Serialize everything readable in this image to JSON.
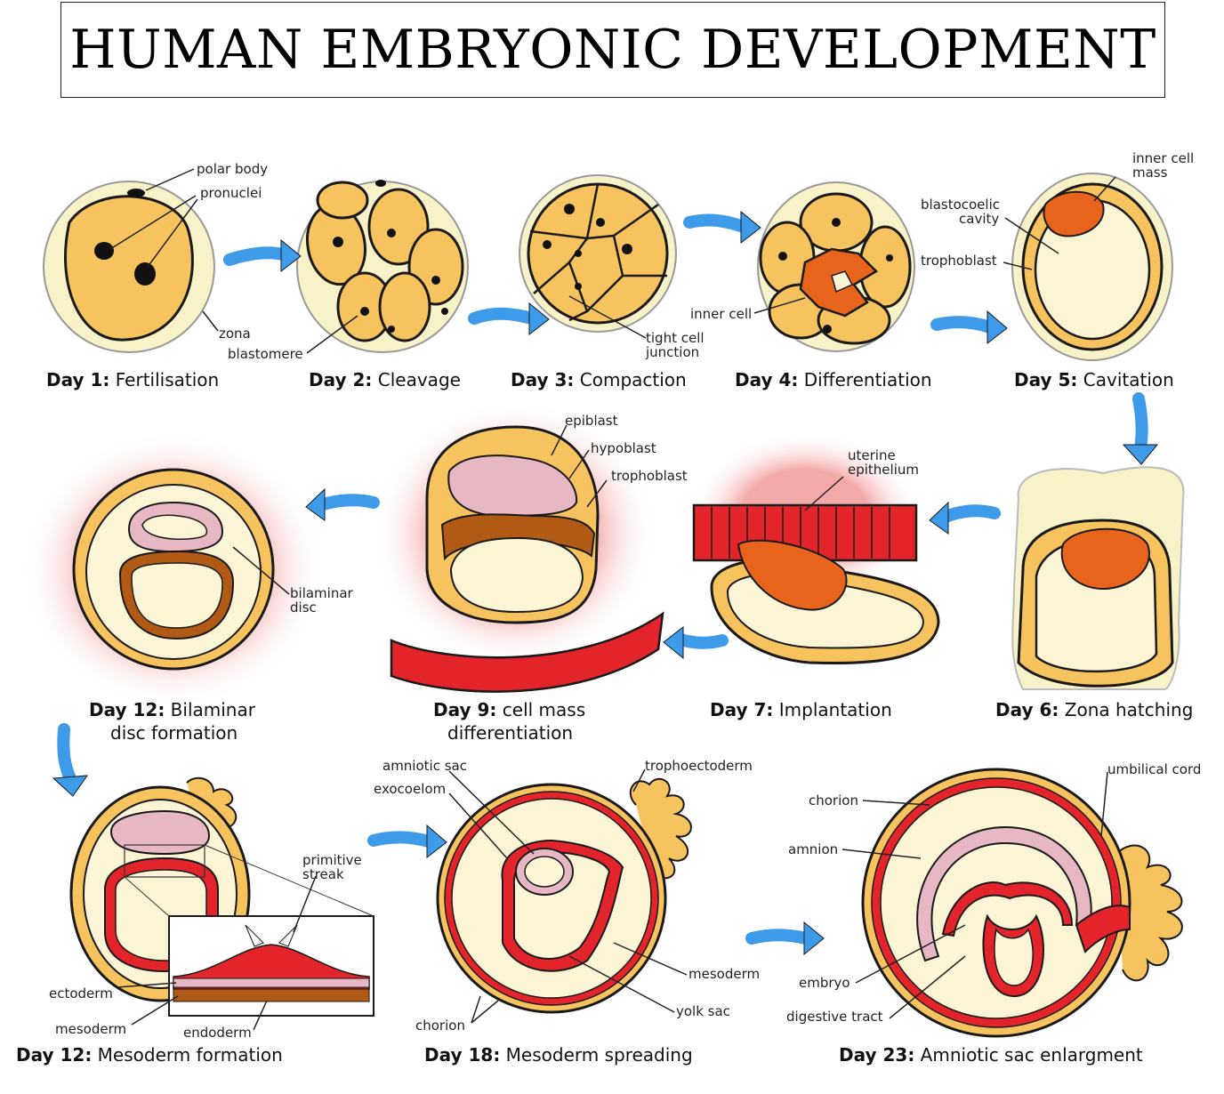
{
  "title": "HUMAN EMBRYONIC DEVELOPMENT",
  "stages": [
    {
      "day": "Day 1:",
      "name": "Fertilisation"
    },
    {
      "day": "Day 2:",
      "name": "Cleavage"
    },
    {
      "day": "Day 3:",
      "name": "Compaction"
    },
    {
      "day": "Day 4:",
      "name": "Differentiation"
    },
    {
      "day": "Day 5:",
      "name": "Cavitation"
    },
    {
      "day": "Day 6:",
      "name": "Zona hatching"
    },
    {
      "day": "Day 7:",
      "name": "Implantation"
    },
    {
      "day": "Day 9:",
      "name": "cell mass",
      "name2": "differentiation"
    },
    {
      "day": "Day 12:",
      "name": "Bilaminar",
      "name2": "disc formation"
    },
    {
      "day": "Day 12:",
      "name": "Mesoderm formation"
    },
    {
      "day": "Day 18:",
      "name": "Mesoderm spreading"
    },
    {
      "day": "Day 23:",
      "name": "Amniotic sac enlargment"
    }
  ],
  "labels": {
    "polar_body": "polar body",
    "pronuclei": "pronuclei",
    "zona": "zona",
    "blastomere": "blastomere",
    "tight_cell_1": "tight cell",
    "tight_cell_2": "junction",
    "inner_cell": "inner cell",
    "inner_cell_mass_1": "inner cell",
    "inner_cell_mass_2": "mass",
    "blastocoelic_1": "blastocoelic",
    "blastocoelic_2": "cavity",
    "trophoblast": "trophoblast",
    "uterine_1": "uterine",
    "uterine_2": "epithelium",
    "epiblast": "epiblast",
    "hypoblast": "hypoblast",
    "trophoblast2": "trophoblast",
    "bilaminar_1": "bilaminar",
    "bilaminar_2": "disc",
    "primitive_1": "primitive",
    "primitive_2": "streak",
    "ectoderm": "ectoderm",
    "mesoderm": "mesoderm",
    "endoderm": "endoderm",
    "amniotic_sac": "amniotic sac",
    "exocoelom": "exocoelom",
    "trophoectoderm": "trophoectoderm",
    "mesoderm18": "mesoderm",
    "yolk_sac": "yolk sac",
    "chorion18": "chorion",
    "chorion23": "chorion",
    "amnion": "amnion",
    "umbilical_cord": "umbilical cord",
    "embryo": "embryo",
    "digestive_tract": "digestive tract"
  },
  "colors": {
    "cell": "#f7c35f",
    "zona": "#f8f2c9",
    "cavity": "#fbf5d6",
    "inner_mass": "#e8641c",
    "uterine": "#e3242b",
    "hypoblast": "#b05a16",
    "epiblast_pink": "#e8b7c4",
    "arrow": "#3d9be9",
    "outline": "#1a1a1a"
  }
}
